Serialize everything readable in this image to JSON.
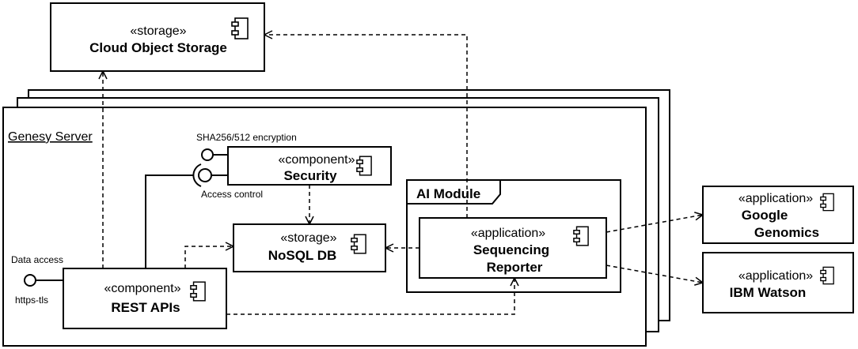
{
  "nodes": {
    "cloud_storage": {
      "stereotype": "«storage»",
      "name": "Cloud Object Storage"
    },
    "server": {
      "name": "Genesy Server"
    },
    "security": {
      "stereotype": "«component»",
      "name": "Security"
    },
    "nosql": {
      "stereotype": "«storage»",
      "name": "NoSQL DB"
    },
    "ai_module": {
      "name": "AI Module"
    },
    "sequencing_reporter": {
      "stereotype": "«application»",
      "name_line1": "Sequencing",
      "name_line2": "Reporter"
    },
    "rest_apis": {
      "stereotype": "«component»",
      "name": "REST APIs"
    },
    "google_genomics": {
      "stereotype": "«application»",
      "name_line1": "Google",
      "name_line2": "Genomics"
    },
    "ibm_watson": {
      "stereotype": "«application»",
      "name": "IBM Watson"
    }
  },
  "interfaces": {
    "encryption": "SHA256/512 encryption",
    "access_control": "Access control",
    "data_access": "Data access",
    "https_tls": "https-tls"
  },
  "icons": [
    "component-icon"
  ]
}
